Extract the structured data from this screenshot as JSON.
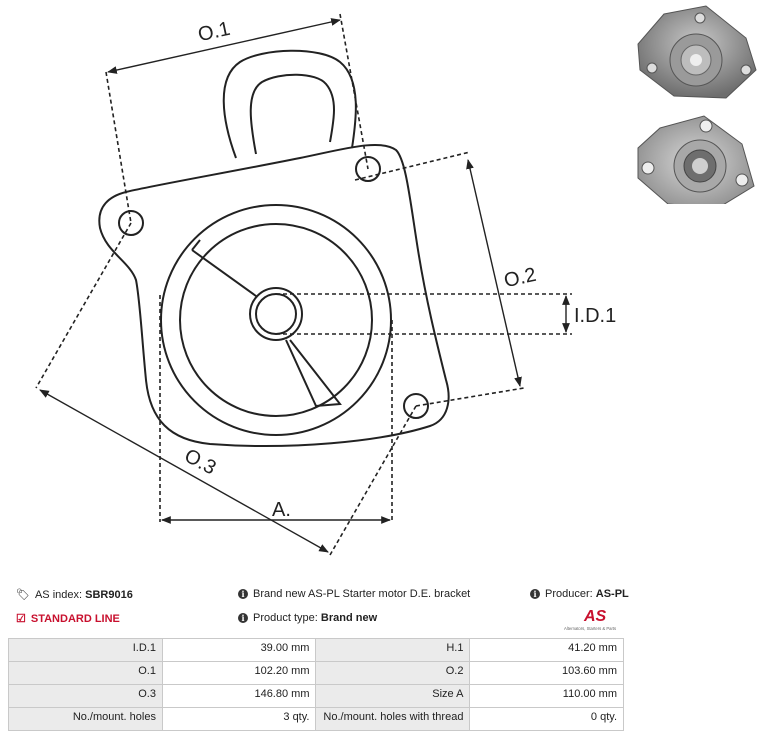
{
  "drawing": {
    "labels": {
      "o1": "O.1",
      "o2": "O.2",
      "o3": "O.3",
      "id1": "I.D.1",
      "a": "A."
    }
  },
  "info": {
    "as_index_label": "AS index:",
    "as_index_value": "SBR9016",
    "line_label": "STANDARD LINE",
    "description": "Brand new AS-PL Starter motor D.E. bracket",
    "product_type_label": "Product type:",
    "product_type_value": "Brand new",
    "producer_label": "Producer:",
    "producer_value": "AS-PL",
    "logo_text": "AS",
    "logo_tagline": "Alternators, Starters & Parts"
  },
  "specs": [
    {
      "l1": "I.D.1",
      "v1": "39.00 mm",
      "l2": "H.1",
      "v2": "41.20 mm"
    },
    {
      "l1": "O.1",
      "v1": "102.20 mm",
      "l2": "O.2",
      "v2": "103.60 mm"
    },
    {
      "l1": "O.3",
      "v1": "146.80 mm",
      "l2": "Size A",
      "v2": "110.00 mm"
    },
    {
      "l1": "No./mount. holes",
      "v1": "3 qty.",
      "l2": "No./mount. holes with thread",
      "v2": "0 qty."
    }
  ],
  "colors": {
    "accent": "#c8102e",
    "line": "#222222"
  },
  "icons": {
    "as_index": "tag-icon",
    "standard": "checkbox-icon",
    "info": "info-icon"
  }
}
